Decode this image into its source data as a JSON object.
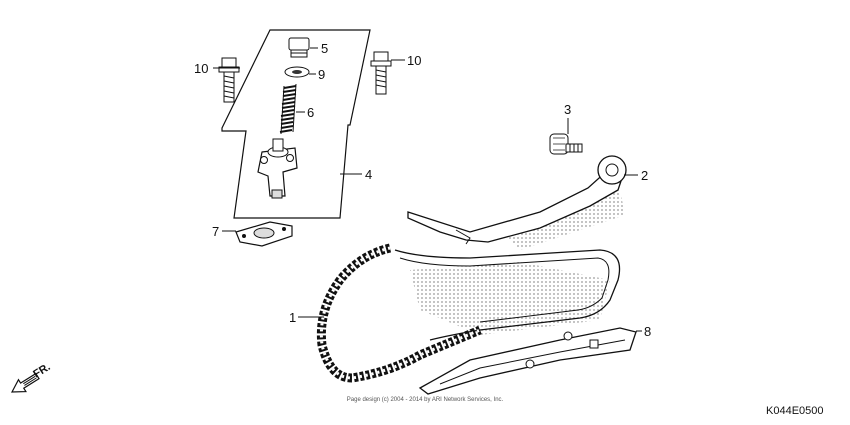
{
  "callouts": {
    "c1": "1",
    "c2": "2",
    "c3": "3",
    "c4": "4",
    "c5": "5",
    "c6": "6",
    "c7": "7",
    "c8": "8",
    "c9": "9",
    "c10a": "10",
    "c10b": "10"
  },
  "parts": {
    "p1": "cam-chain",
    "p2": "tensioner-slipper",
    "p3": "pivot-bolt",
    "p4": "tensioner-lifter-assembly",
    "p5": "sealing-bolt",
    "p6": "spring",
    "p7": "gasket",
    "p8": "guide-roller-chain",
    "p9": "washer",
    "p10": "flange-bolt"
  },
  "direction_label": "FR.",
  "copyright": "Page design (c) 2004 - 2014 by ARI Network Services, Inc.",
  "diagram_code": "K044E0500",
  "colors": {
    "line": "#111111",
    "shade": "#c8c8c8"
  }
}
